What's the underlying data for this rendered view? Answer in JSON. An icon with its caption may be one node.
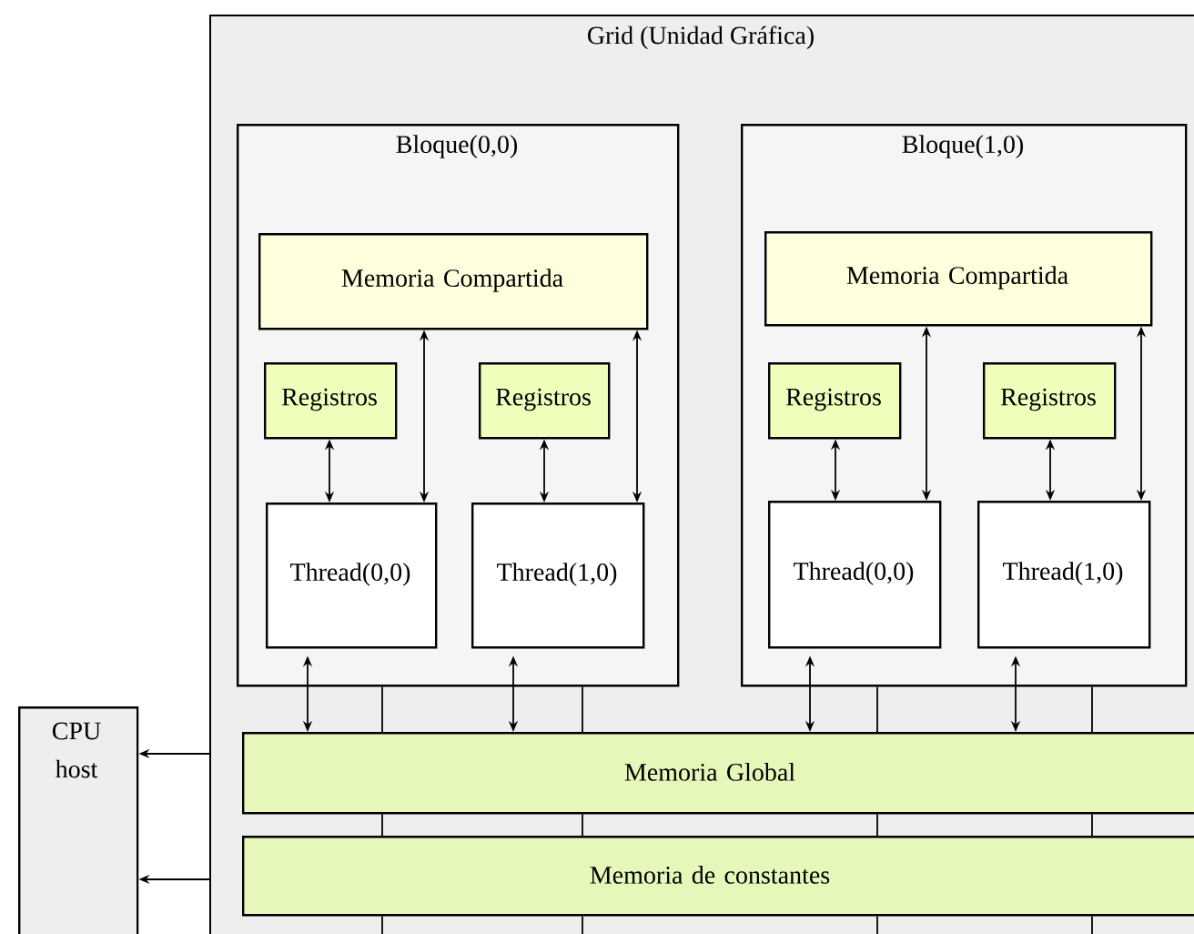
{
  "diagram": {
    "nodes": [
      {
        "text": [
          "Grid (Unidad Gráfica)"
        ]
      },
      {
        "text": [
          "Bloque(0,0)"
        ],
        "in": 0
      },
      {
        "text": [
          "Memoria Compartida"
        ],
        "in": 1
      },
      {
        "text": [
          "Registros"
        ],
        "in": 1
      },
      {
        "text": [
          "Registros"
        ],
        "in": 1
      },
      {
        "text": [
          "Thread(0,0)"
        ],
        "in": 1
      },
      {
        "text": [
          "Thread(1,0)"
        ],
        "in": 1
      },
      {
        "text": [
          "Bloque(1,0)"
        ],
        "in": 0
      },
      {
        "text": [
          "Memoria Compartida"
        ],
        "in": 7
      },
      {
        "text": [
          "Registros"
        ],
        "in": 7
      },
      {
        "text": [
          "Registros"
        ],
        "in": 7
      },
      {
        "text": [
          "Thread(0,0)"
        ],
        "in": 7
      },
      {
        "text": [
          "Thread(1,0)"
        ],
        "in": 7
      },
      {
        "text": [
          "Memoria Global"
        ],
        "in": 0
      },
      {
        "text": [
          "Memoria de constantes"
        ],
        "in": 0
      },
      {
        "text": [
          "CPU host"
        ]
      }
    ],
    "edges": [
      {
        "from": 3,
        "to": 5,
        "arrow": "both"
      },
      {
        "from": 2,
        "to": 5,
        "arrow": "both"
      },
      {
        "from": 4,
        "to": 6,
        "arrow": "both"
      },
      {
        "from": 2,
        "to": 6,
        "arrow": "both"
      },
      {
        "from": 9,
        "to": 11,
        "arrow": "both"
      },
      {
        "from": 8,
        "to": 11,
        "arrow": "both"
      },
      {
        "from": 10,
        "to": 12,
        "arrow": "both"
      },
      {
        "from": 8,
        "to": 12,
        "arrow": "both"
      },
      {
        "from": 5,
        "to": 13,
        "arrow": "both"
      },
      {
        "from": 6,
        "to": 13,
        "arrow": "both"
      },
      {
        "from": 11,
        "to": 13,
        "arrow": "both"
      },
      {
        "from": 12,
        "to": 13,
        "arrow": "both"
      },
      {
        "from": 1,
        "to": 13,
        "arrow": "none"
      },
      {
        "from": 1,
        "to": 13,
        "arrow": "none"
      },
      {
        "from": 7,
        "to": 13,
        "arrow": "none"
      },
      {
        "from": 7,
        "to": 13,
        "arrow": "none"
      },
      {
        "from": 13,
        "to": 14,
        "arrow": "none"
      },
      {
        "from": 13,
        "to": 14,
        "arrow": "none"
      },
      {
        "from": 13,
        "to": 14,
        "arrow": "none"
      },
      {
        "from": 13,
        "to": 14,
        "arrow": "none"
      },
      {
        "from": 14,
        "to": null,
        "arrow": "none"
      },
      {
        "from": 14,
        "to": null,
        "arrow": "none"
      },
      {
        "from": 14,
        "to": null,
        "arrow": "none"
      },
      {
        "from": 14,
        "to": null,
        "arrow": "none"
      },
      {
        "from": 13,
        "to": 15,
        "arrow": "to"
      },
      {
        "from": 14,
        "to": 15,
        "arrow": "to"
      }
    ]
  }
}
